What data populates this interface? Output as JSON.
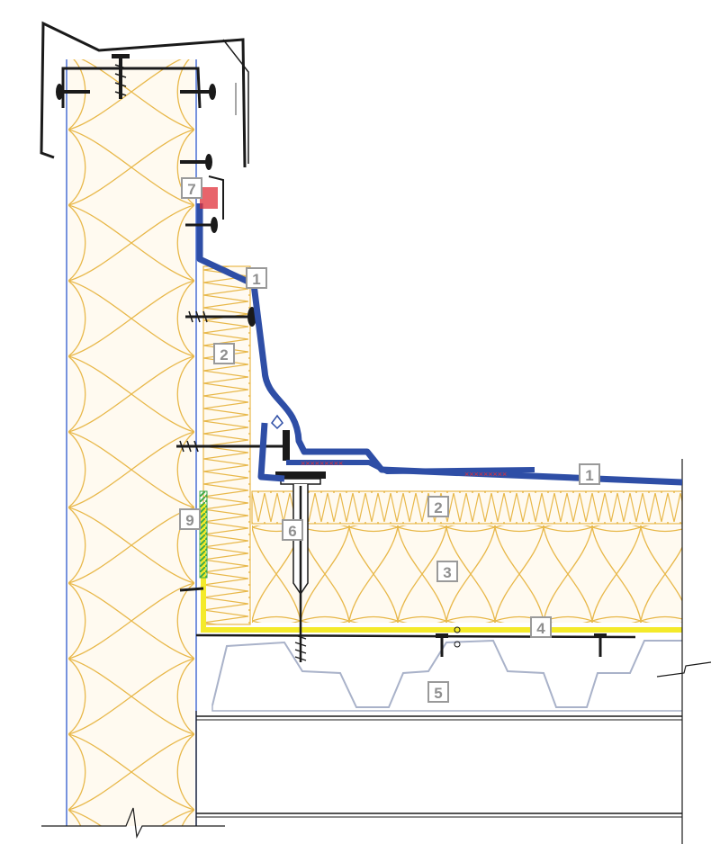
{
  "callouts": [
    {
      "id": "c1a",
      "label": "1"
    },
    {
      "id": "c1b",
      "label": "1"
    },
    {
      "id": "c2a",
      "label": "2"
    },
    {
      "id": "c2b",
      "label": "2"
    },
    {
      "id": "c3",
      "label": "3"
    },
    {
      "id": "c4",
      "label": "4"
    },
    {
      "id": "c5",
      "label": "5"
    },
    {
      "id": "c6",
      "label": "6"
    },
    {
      "id": "c7",
      "label": "7"
    },
    {
      "id": "c9",
      "label": "9"
    }
  ],
  "colors": {
    "membrane": "#2e4ea6",
    "insulation_line": "#e8b84a",
    "insulation_fill": "#fff8e6",
    "vapour_layer": "#f4ea2a",
    "steel_deck": "#a9b2c9",
    "sealant": "#e0303a",
    "adhesive_strip": "#3daa4a",
    "wall_liner": "#4a6fd0",
    "tag_border": "#9a9a9a",
    "tag_text": "#8f8f8f"
  }
}
